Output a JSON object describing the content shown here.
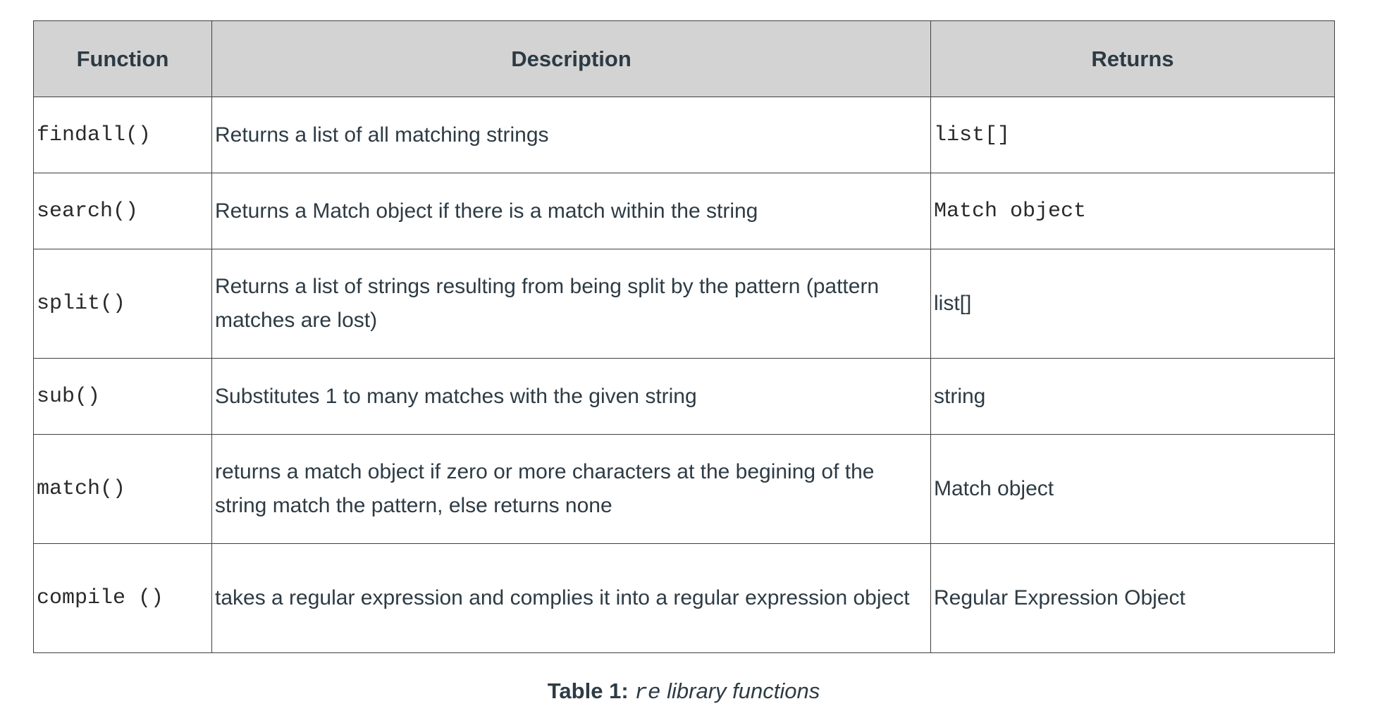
{
  "table": {
    "headers": {
      "function": "Function",
      "description": "Description",
      "returns": "Returns"
    },
    "rows": [
      {
        "function": "findall()",
        "description": "Returns a list of all matching strings",
        "returns": "list[]"
      },
      {
        "function": "search()",
        "description": "Returns a Match object if there is a match within the string",
        "returns": "Match object"
      },
      {
        "function": "split()",
        "description": "Returns a list of strings resulting from being split by the pattern (pattern matches are lost)",
        "returns": "list[]"
      },
      {
        "function": "sub()",
        "description": "Substitutes 1 to many matches with the given string",
        "returns": "string"
      },
      {
        "function": "match()",
        "description": "returns a match object if zero or more characters at the begining of the string match the pattern, else returns none",
        "returns": "Match object"
      },
      {
        "function": "compile ()",
        "description": "takes a regular expression and complies it into a regular expression object",
        "returns": "Regular Expression Object"
      }
    ]
  },
  "caption": {
    "label": "Table 1:",
    "code": "re",
    "text": "library functions"
  }
}
